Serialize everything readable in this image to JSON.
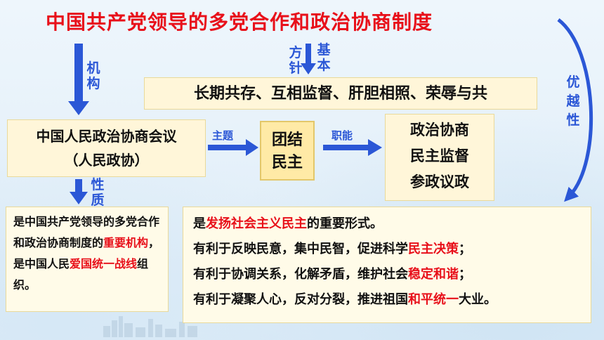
{
  "title": "中国共产党领导的多党合作和政治协商制度",
  "principle": {
    "label_line1": "方针",
    "label_line2": "基本",
    "text": "长期共存、互相监督、肝胆相照、荣辱与共"
  },
  "mechanism_label": "机构",
  "nature_label": "性质",
  "advantage_label": "优越性",
  "organization": {
    "line1": "中国人民政治协商会议",
    "line2": "（人民政协）"
  },
  "theme": {
    "label": "主题",
    "line1": "团结",
    "line2": "民主"
  },
  "functions": {
    "label": "职能",
    "items": [
      "政治协商",
      "民主监督",
      "参政议政"
    ]
  },
  "nature": {
    "p1": "是中国共产党领导的多党合作和政治协商制度的",
    "p2_red": "重要机构",
    "p3": "，是中国人民",
    "p4_red": "爱国统一战线",
    "p5": "组织。"
  },
  "advantages": {
    "l1a": "是",
    "l1b_red": "发扬社会主义民主",
    "l1c": "的重要形式。",
    "l2a": "有利于反映民意，集中民智，促进科学",
    "l2b_red": "民主决策",
    "l2c": "；",
    "l3a": "有利于协调关系，化解矛盾，维护社会",
    "l3b_red": "稳定和谐",
    "l3c": "；",
    "l4a": "有利于凝聚人心，反对分裂，推进祖国",
    "l4b_red": "和平统一",
    "l4c": "大业。"
  },
  "colors": {
    "title": "#e8101a",
    "arrow": "#2b57d6",
    "label": "#2b57d6",
    "box": "#fff6d9",
    "highlight": "#e8101a"
  }
}
